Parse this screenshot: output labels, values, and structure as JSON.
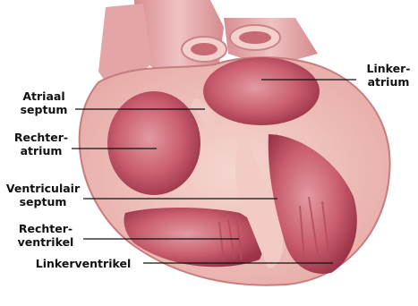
{
  "labels": {
    "linkeratrium": "Linker-\natrium",
    "atriaal_septum": "Atriaal\nseptum",
    "rechteratrium": "Rechter-\natrium",
    "ventriculair_septum": "Ventriculair\nseptum",
    "rechterventrikel": "Rechter-\nventrikel",
    "linkerventrikel": "Linkerventrikel"
  },
  "colors": {
    "muscle": "#e9b0ac",
    "muscle_dark": "#c9686a",
    "chamber": "#c7566a",
    "chamber_light": "#dc8a94",
    "vessel": "#e6a8ac",
    "line": "#111111"
  }
}
